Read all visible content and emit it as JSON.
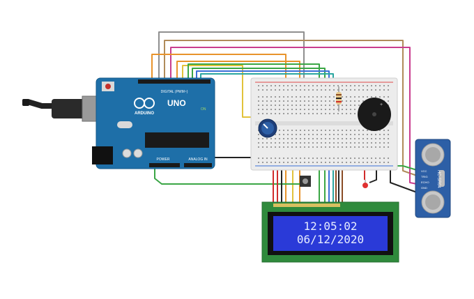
{
  "arduino": {
    "logo": "ARDUINO",
    "model": "UNO",
    "digital_label": "DIGITAL (PWM~)",
    "power_label": "POWER",
    "analog_label": "ANALOG IN",
    "on_label": "ON"
  },
  "lcd": {
    "line1": "12:05:02",
    "line2": "06/12/2020"
  },
  "sensor": {
    "model": "HC-SR04",
    "pin_labels": [
      "VCC",
      "TRIG",
      "ECHO",
      "GND"
    ]
  },
  "colors": {
    "board": "#1e6fa8",
    "breadboard": "#ececec",
    "lcd_pcb": "#2f8a3c",
    "lcd_screen": "#2a3ad8",
    "lcd_text": "#e6ecff",
    "sensor_board": "#2d5fa6",
    "wire_gray": "#8f8f8f",
    "wire_tan": "#b08b5a",
    "wire_pink": "#c93c8e",
    "wire_orange": "#e8932b",
    "wire_yellow": "#e2c23a",
    "wire_green": "#3aa645",
    "wire_blue": "#3a6fd8",
    "wire_teal": "#2aa6a0",
    "wire_black": "#222222",
    "wire_red": "#d12b2b",
    "wire_brown": "#8a4b24"
  }
}
